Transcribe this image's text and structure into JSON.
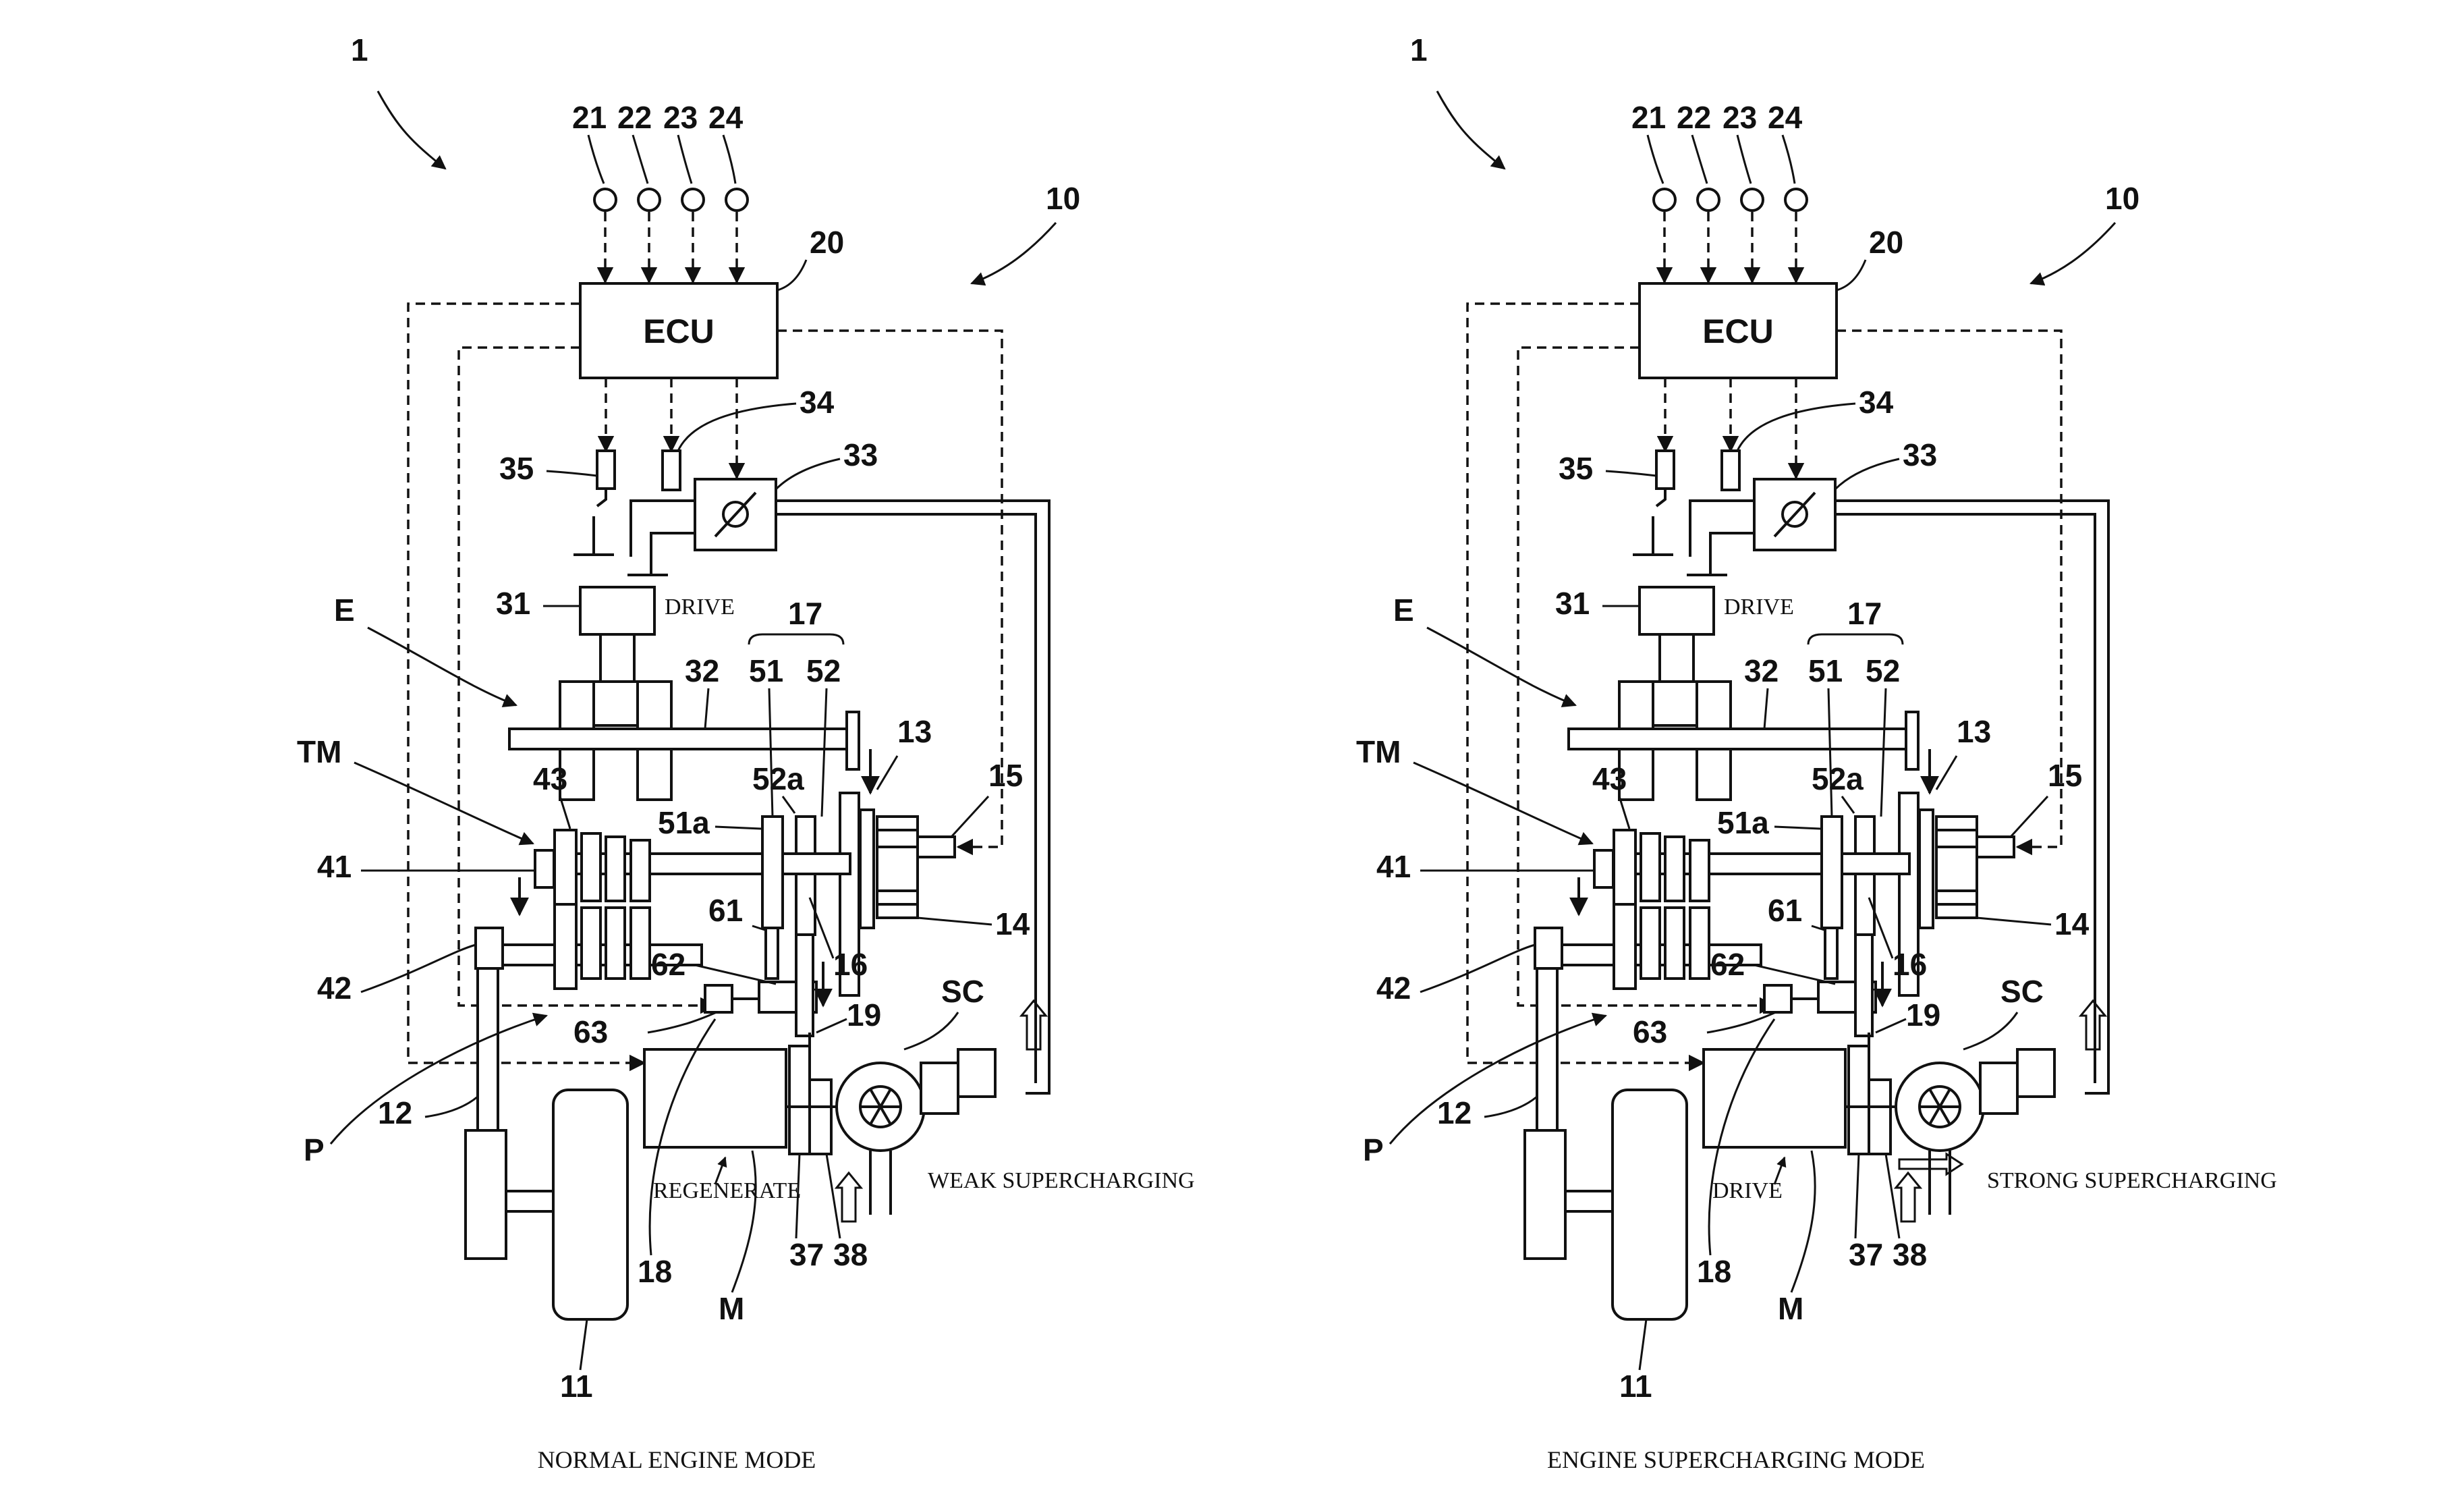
{
  "panels": [
    {
      "id": "normal",
      "caption": "NORMAL ENGINE MODE",
      "drive_label": "DRIVE",
      "motor_label": "REGENERATE",
      "supercharging_label": "WEAK SUPERCHARGING",
      "motor_arrow": false
    },
    {
      "id": "supercharging",
      "caption": "ENGINE SUPERCHARGING MODE",
      "drive_label": "DRIVE",
      "motor_label": "DRIVE",
      "supercharging_label": "STRONG SUPERCHARGING",
      "motor_arrow": true
    }
  ],
  "ecu_label": "ECU",
  "ref": {
    "system": "1",
    "supercharging_system": "10",
    "wheel": "11",
    "axle": "12",
    "clutch_13": "13",
    "clutch_14": "14",
    "actuator_15": "15",
    "shaft_16": "16",
    "gear_set_17": "17",
    "shaft_18": "18",
    "shaft_19": "19",
    "ecu": "20",
    "sensor_21": "21",
    "sensor_22": "22",
    "sensor_23": "23",
    "sensor_24": "24",
    "engine_drive": "31",
    "crankshaft": "32",
    "throttle": "33",
    "sensor_34": "34",
    "sensor_35": "35",
    "gear_37": "37",
    "gear_38": "38",
    "gear_41": "41",
    "gear_42": "42",
    "gear_43": "43",
    "gear_51": "51",
    "gear_51a": "51a",
    "gear_52": "52",
    "gear_52a": "52a",
    "shaft_61": "61",
    "actuator_62": "62",
    "sensor_63": "63",
    "engine": "E",
    "transmission": "TM",
    "power_path": "P",
    "motor": "M",
    "supercharger": "SC"
  }
}
